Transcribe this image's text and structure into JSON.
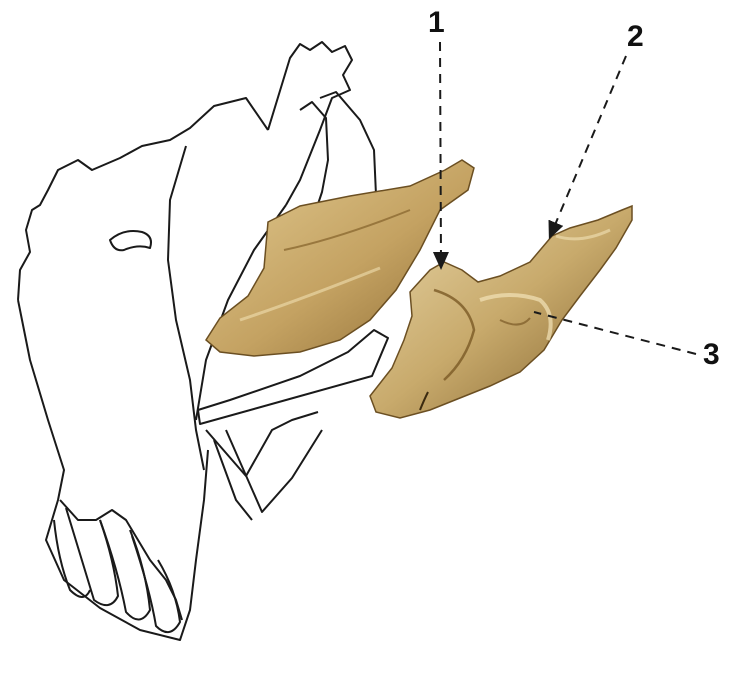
{
  "labels": [
    {
      "id": "1",
      "text": "1"
    },
    {
      "id": "2",
      "text": "2"
    },
    {
      "id": "3",
      "text": "3"
    }
  ],
  "colors": {
    "outline": "#1a1a1a",
    "bone_fill": "#c9a868",
    "bone_shadow": "#8a6a32",
    "bone_highlight": "#e6d3a2"
  },
  "icons": [
    "maxilla-outline",
    "palatine-bone-piece",
    "ethmoid-fragment-piece",
    "leader-arrow"
  ]
}
